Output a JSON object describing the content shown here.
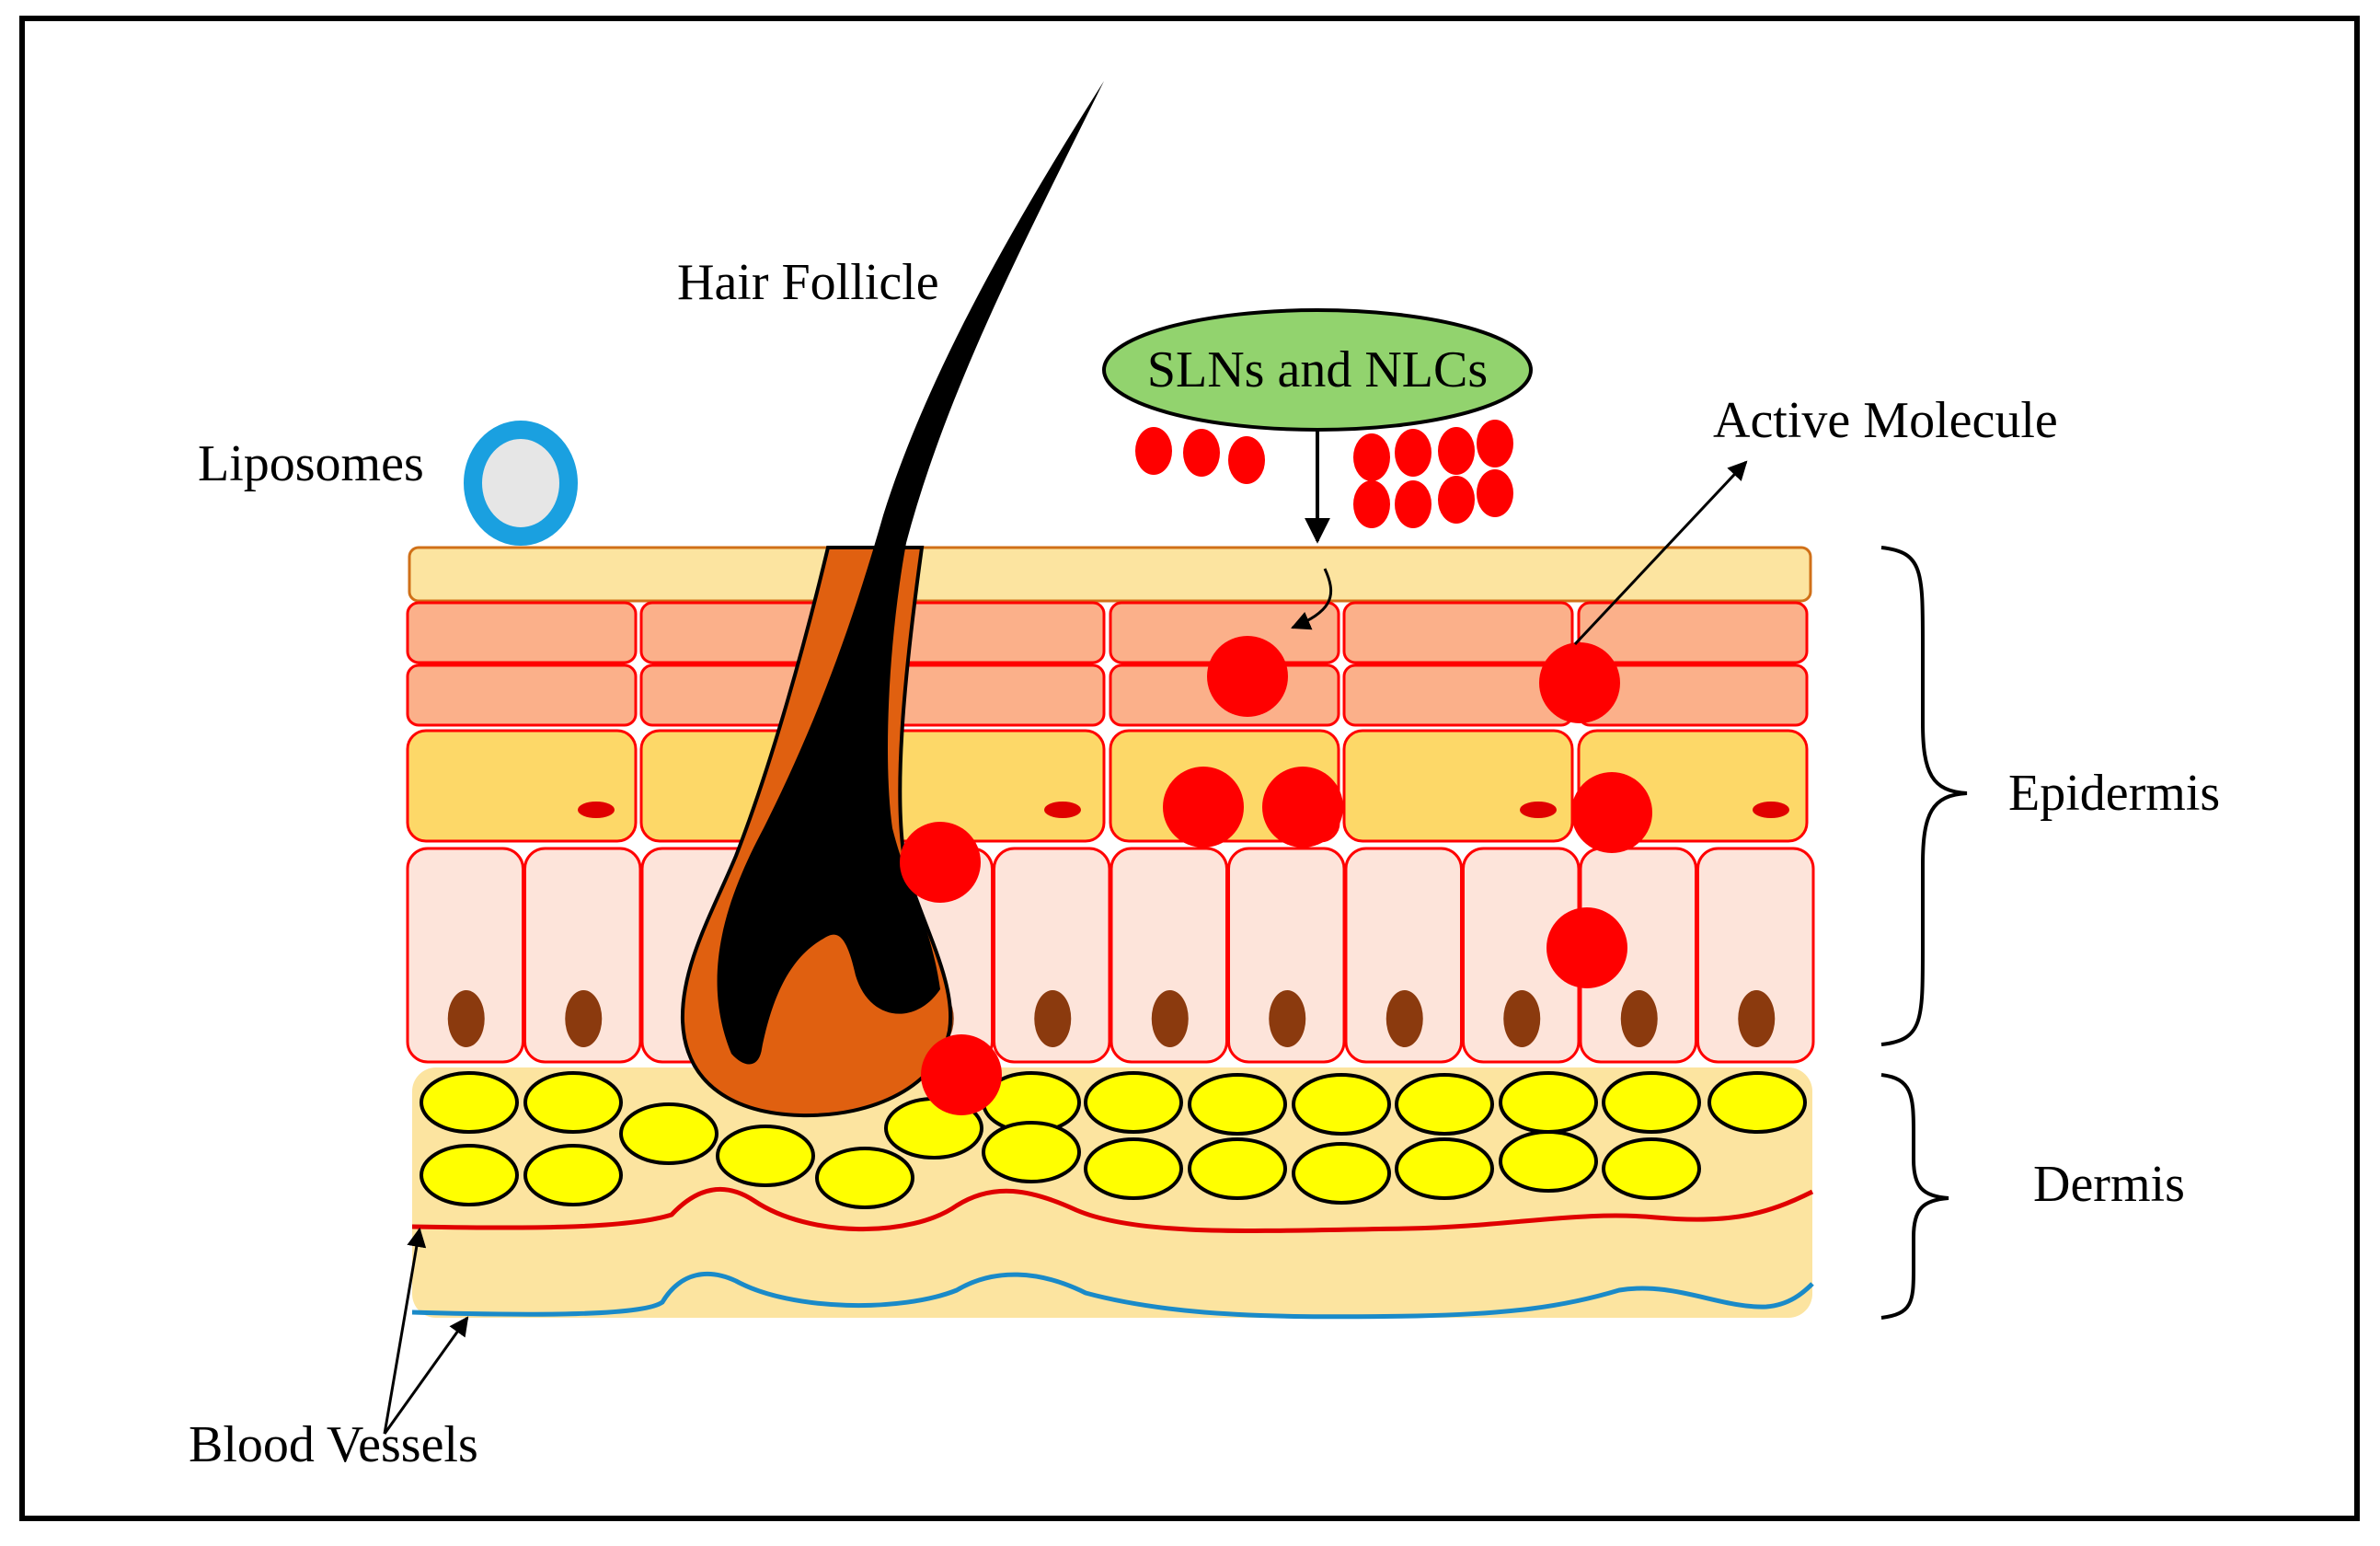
{
  "labels": {
    "hair_follicle": "Hair Follicle",
    "carrier": "SLNs and NLCs",
    "active_molecule": "Active Molecule",
    "liposomes": "Liposomes",
    "epidermis": "Epidermis",
    "dermis": "Dermis",
    "blood_vessels": "Blood Vessels"
  },
  "colors": {
    "frame": "#000000",
    "stratum_corneum": "#FCE4A0",
    "granular_cells": "#FBB08A",
    "spinous_cells": "#FDD868",
    "basal_cells": "#FDE4DA",
    "cell_border": "#FF0000",
    "nucleus": "#8B3A0E",
    "dermis": "#FCE4A0",
    "fat_cells": "#FFFF00",
    "active_molecule": "#FF0000",
    "carrier_fill": "#92D36E",
    "liposome_ring": "#1AA0E0",
    "liposome_core": "#E6E6E6",
    "hair": "#000000",
    "follicle": "#E06010",
    "artery": "#E00000",
    "vein": "#1A8AC8"
  }
}
